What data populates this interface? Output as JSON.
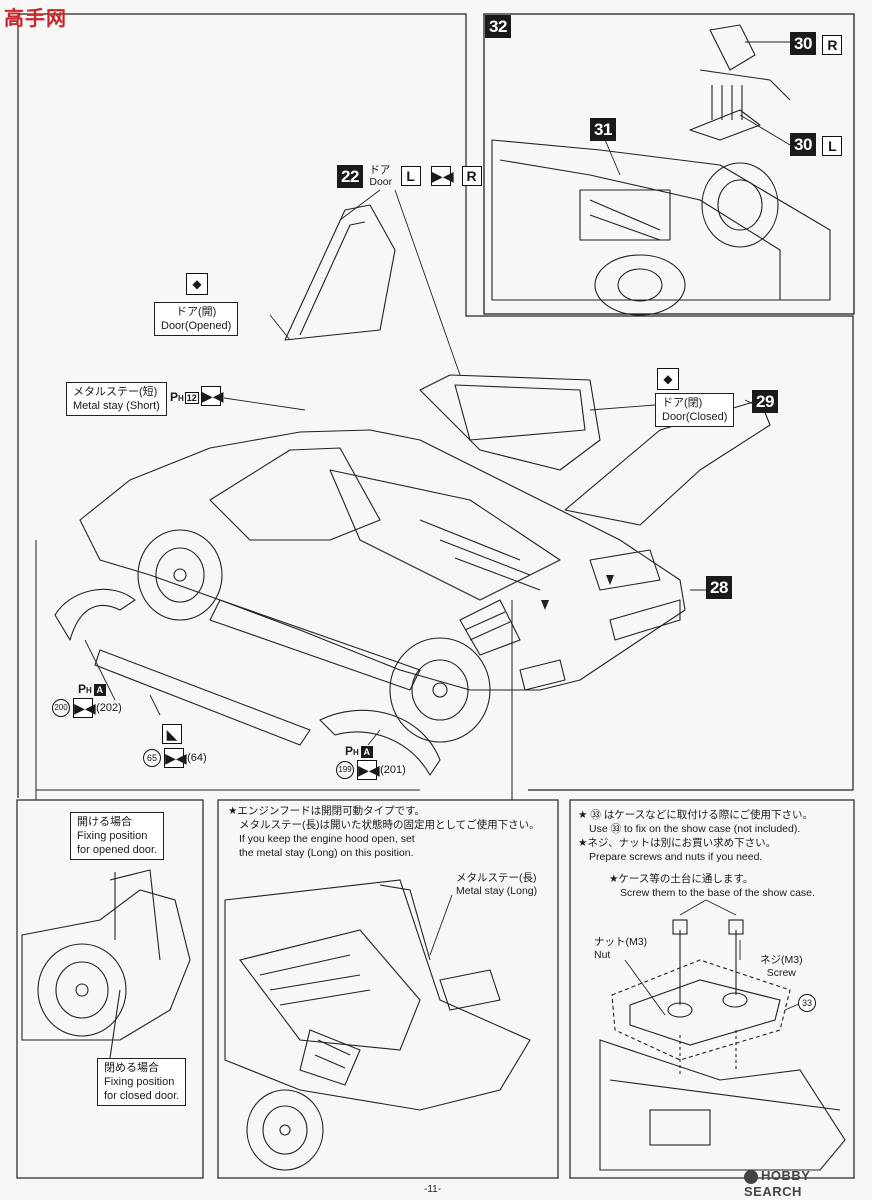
{
  "watermark_top": {
    "text": "高手网"
  },
  "watermark_bottom": {
    "text": "HOBBY SEARCH"
  },
  "page_number": "-11-",
  "main": {
    "step_22": "22",
    "door_jp": "ドア",
    "door_en": "Door",
    "L": "L",
    "R": "R",
    "door_opened_jp": "ドア(開)",
    "door_opened_en": "Door(Opened)",
    "door_closed_jp": "ドア(閉)",
    "door_closed_en": "Door(Closed)",
    "metal_stay_short_jp": "メタルステー(短)",
    "metal_stay_short_en": "Metal stay (Short)",
    "ph12": "P",
    "ph12_sub": "H",
    "ph12_num": "12",
    "step_29": "29",
    "step_28": "28",
    "pha_1": "P",
    "pha_1_sub": "H",
    "pha_1_box": "A",
    "part_200": "200",
    "part_202": "(202)",
    "part_65": "65",
    "part_64": "(64)",
    "pha_2": "P",
    "pha_2_sub": "H",
    "pha_2_box": "A",
    "part_199": "199",
    "part_201": "(201)"
  },
  "panel32": {
    "step": "32",
    "step_31": "31",
    "step_30a": "30",
    "R": "R",
    "step_30b": "30",
    "L": "L"
  },
  "bottom_left": {
    "open_jp": "開ける場合",
    "open_en1": "Fixing position",
    "open_en2": "for opened door.",
    "close_jp": "閉める場合",
    "close_en1": "Fixing position",
    "close_en2": "for closed door."
  },
  "bottom_mid": {
    "line1": "★エンジンフードは開閉可動タイプです。",
    "line2": "メタルステー(長)は開いた状態時の固定用としてご使用下さい。",
    "line3": "If you keep the engine hood open, set",
    "line4": "the metal stay (Long) on this position.",
    "stay_long_jp": "メタルステー(長)",
    "stay_long_en": "Metal stay (Long)"
  },
  "bottom_right": {
    "line1": "★ ㉝ はケースなどに取付ける際にご使用下さい。",
    "line2": "Use ㉝ to fix on the show case (not included).",
    "line3": "★ネジ、ナットは別にお買い求め下さい。",
    "line4": "Prepare screws and nuts if you need.",
    "line5": "★ケース等の土台に通します。",
    "line6": "Screw them to the base of the show case.",
    "nut_jp": "ナット(M3)",
    "nut_en": "Nut",
    "screw_jp": "ネジ(M3)",
    "screw_en": "Screw",
    "part_33": "33"
  },
  "colors": {
    "ink": "#1a1a1a",
    "paper": "#f7f7f5",
    "watermark_red": "#c8262c",
    "watermark_blue": "#1b57a3"
  }
}
